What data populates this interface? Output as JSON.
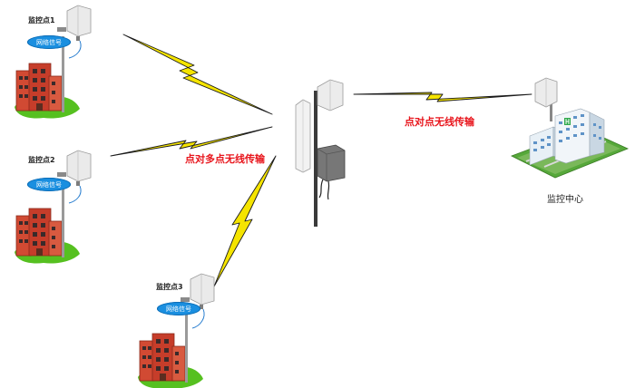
{
  "sites": [
    {
      "name": "监控点1",
      "signal": "网络信号"
    },
    {
      "name": "监控点2",
      "signal": "网络信号"
    },
    {
      "name": "监控点3",
      "signal": "网络信号"
    }
  ],
  "labels": {
    "point_to_multipoint": "点对多点无线传输",
    "point_to_point": "点对点无线传输",
    "monitoring_center": "监控中心"
  },
  "colors": {
    "bolt": "#f5e400",
    "bubble": "#1a8fe0",
    "red_text": "#e8141b",
    "grass": "#56c020",
    "brick": "#d14a33"
  }
}
